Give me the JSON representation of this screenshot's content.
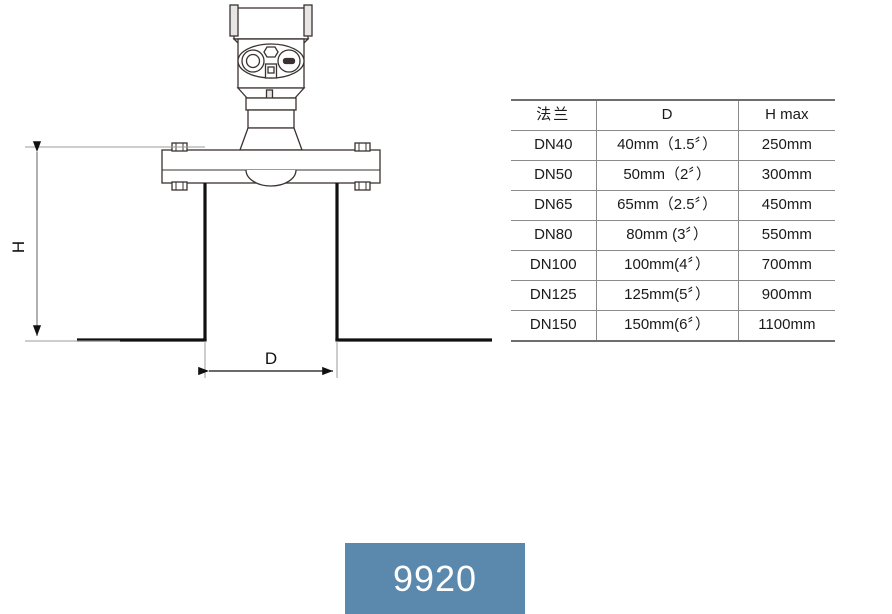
{
  "diagram": {
    "name": "radar-level-transmitter-flange-mounting-drawing",
    "dimension_labels": {
      "height": "H",
      "diameter": "D"
    },
    "parts": [
      "terminal-cover",
      "electronics-housing",
      "display-window",
      "adjustment-knob",
      "nameplate",
      "neck",
      "process-flange",
      "horn-antenna",
      "tank-roof"
    ]
  },
  "table": {
    "headers": {
      "flange": "法兰",
      "d": "D",
      "h": "H  max"
    },
    "rows": [
      {
        "flange": "DN40",
        "d": "40mm（1.5〞）",
        "h": "250mm"
      },
      {
        "flange": "DN50",
        "d": "50mm（2〞）",
        "h": "300mm"
      },
      {
        "flange": "DN65",
        "d": "65mm（2.5〞）",
        "h": "450mm"
      },
      {
        "flange": "DN80",
        "d": "80mm (3〞）",
        "h": "550mm"
      },
      {
        "flange": "DN100",
        "d": "100mm(4〞）",
        "h": "700mm"
      },
      {
        "flange": "DN125",
        "d": "125mm(5〞）",
        "h": "900mm"
      },
      {
        "flange": "DN150",
        "d": "150mm(6〞）",
        "h": "1100mm"
      }
    ]
  },
  "banner": {
    "text": "9920",
    "background_color": "#5b89ad",
    "text_color": "#ffffff"
  }
}
